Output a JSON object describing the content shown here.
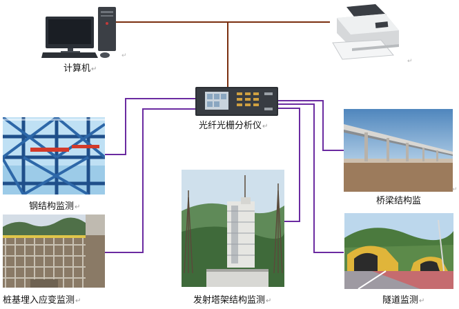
{
  "labels": {
    "computer": "计算机",
    "analyzer": "光纤光栅分析仪",
    "steel": "钢结构监测",
    "bridge": "桥梁结构监",
    "pile": "桩基埋入应变监测",
    "tower": "发射塔架结构监测",
    "tunnel": "隧道监测",
    "para_mark": "↵"
  },
  "colors": {
    "data_cable": "#7a2e0e",
    "sensor_fiber": "#6a2aa0"
  },
  "icons": {
    "computer": "desktop-computer-icon",
    "printer": "printer-icon",
    "analyzer": "fiber-grating-analyzer-icon"
  }
}
